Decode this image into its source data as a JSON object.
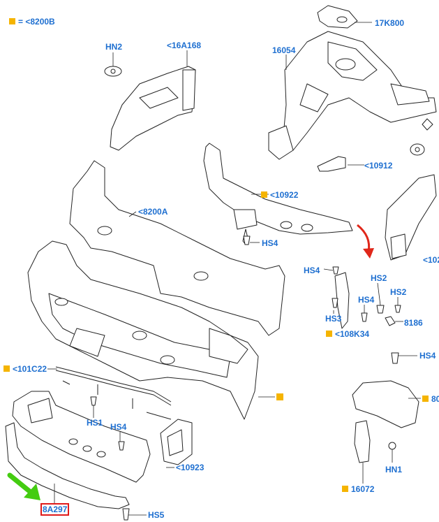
{
  "legend": {
    "text": "= <8200B",
    "color": "#f5b400"
  },
  "colors": {
    "label": "#1e6fd0",
    "marker": "#f5b400",
    "highlight": "#e01a1a",
    "arrow_red": "#e0271a",
    "arrow_green": "#44cc11"
  },
  "callouts": {
    "c17K800": "17K800",
    "c16054": "16054",
    "hn2": "HN2",
    "c16A168": "<16A168",
    "c10912": "<10912",
    "c10922": "<10922",
    "c8200A": "<8200A",
    "hs4_mid": "HS4",
    "hs4_right": "HS4",
    "hs2_a": "HS2",
    "hs2_b": "HS2",
    "hs3": "HS3",
    "hs4_small": "HS4",
    "c8186": "8186",
    "c108K34": "<108K34",
    "c101C22": "<101C22",
    "hs4_far": "HS4",
    "hs1": "HS1",
    "hs4_low": "HS4",
    "c10923": "<10923",
    "hn1": "HN1",
    "c16072": "16072",
    "hs5": "HS5",
    "c8A297": "8A297",
    "clip_102": "<102",
    "clip_80": "80"
  },
  "highlighted_part": "8A297"
}
